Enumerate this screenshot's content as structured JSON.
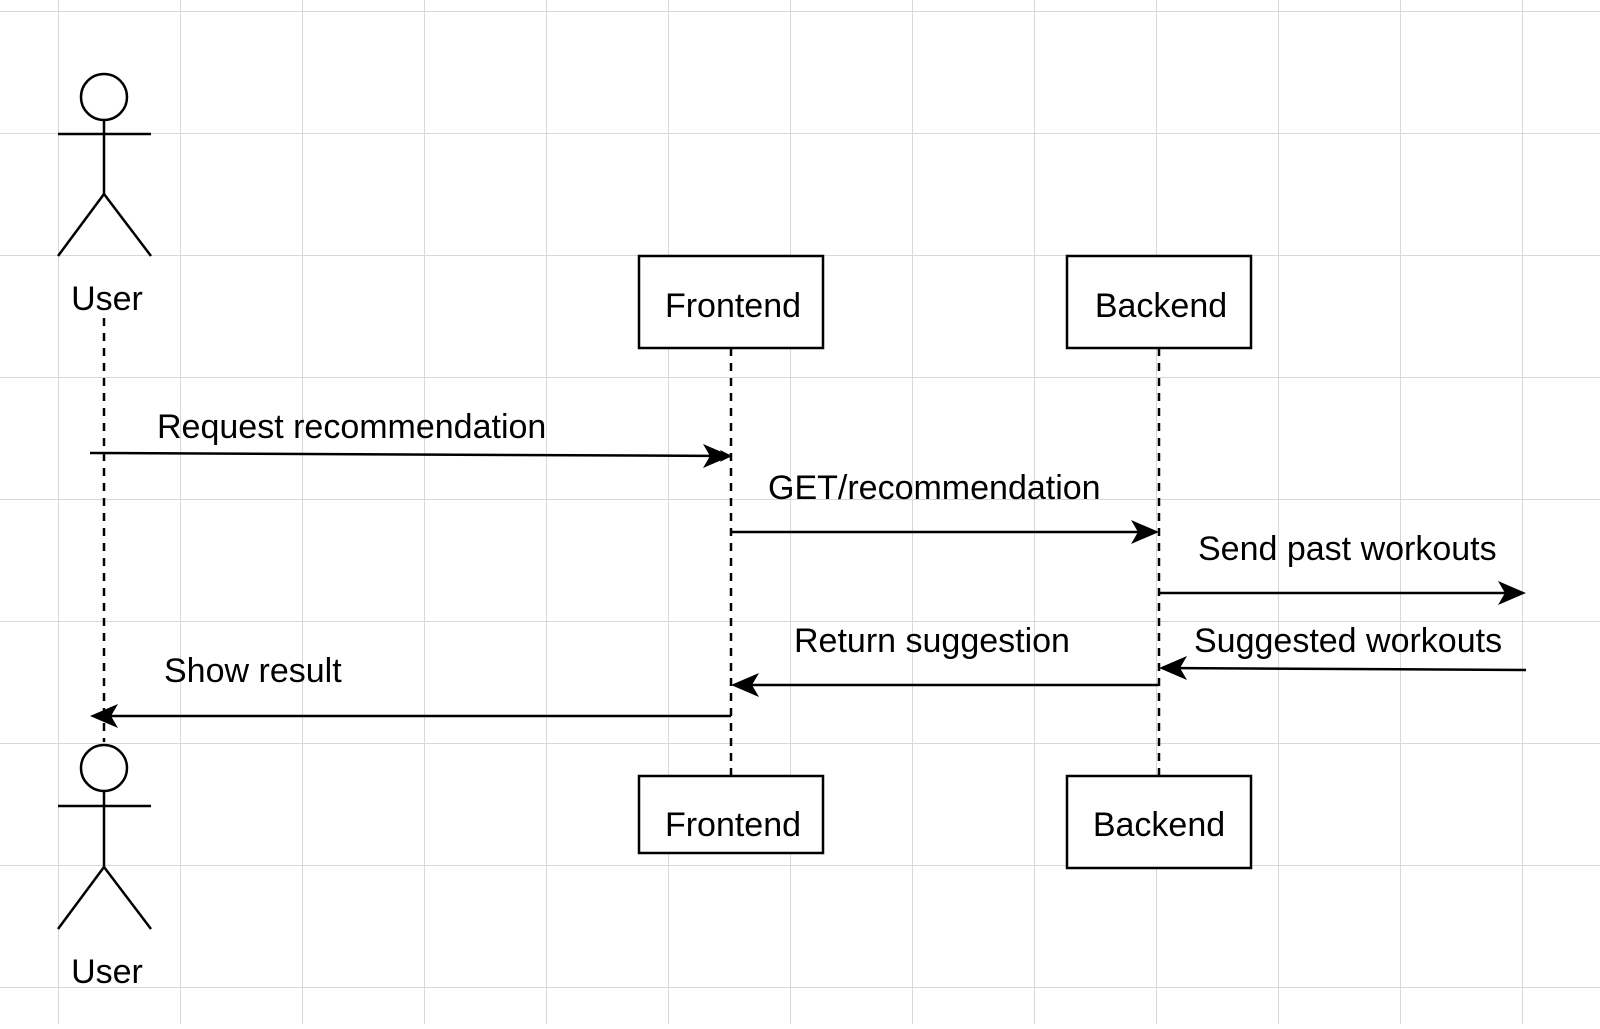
{
  "diagram": {
    "participants": {
      "user": {
        "label": "User"
      },
      "frontend": {
        "label": "Frontend"
      },
      "backend": {
        "label": "Backend"
      }
    },
    "messages": {
      "request_recommendation": "Request recommendation",
      "get_recommendation": "GET/recommendation",
      "send_past_workouts": "Send past workouts",
      "suggested_workouts": "Suggested workouts",
      "return_suggestion": "Return suggestion",
      "show_result": "Show result"
    }
  }
}
